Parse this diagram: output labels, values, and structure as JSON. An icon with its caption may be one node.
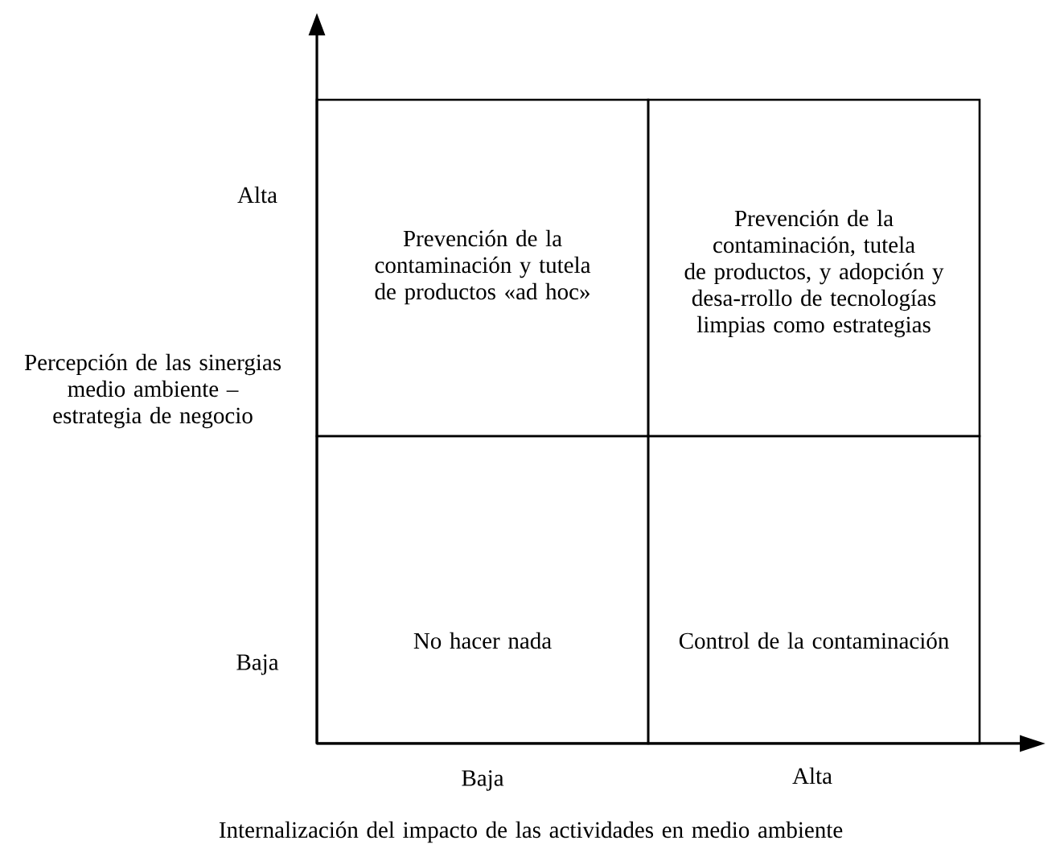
{
  "diagram": {
    "nodes": [
      {
        "text": [
          "Prevención de la contaminación y tutela de productos «ad hoc»"
        ]
      },
      {
        "text": [
          "Prevención de la contaminación, tutela de productos, y adopción y desa-rrollo de tecnologías limpias como estrategias"
        ]
      },
      {
        "text": [
          "No hacer nada"
        ]
      },
      {
        "text": [
          "Control de la contaminación"
        ]
      }
    ],
    "edges": [],
    "labels": [
      "Alta",
      "Percepción de las sinergias medio ambiente – estrategia de negocio",
      "Baja",
      "Baja",
      "Alta",
      "Internalización del impacto de las actividades en medio ambiente"
    ]
  }
}
